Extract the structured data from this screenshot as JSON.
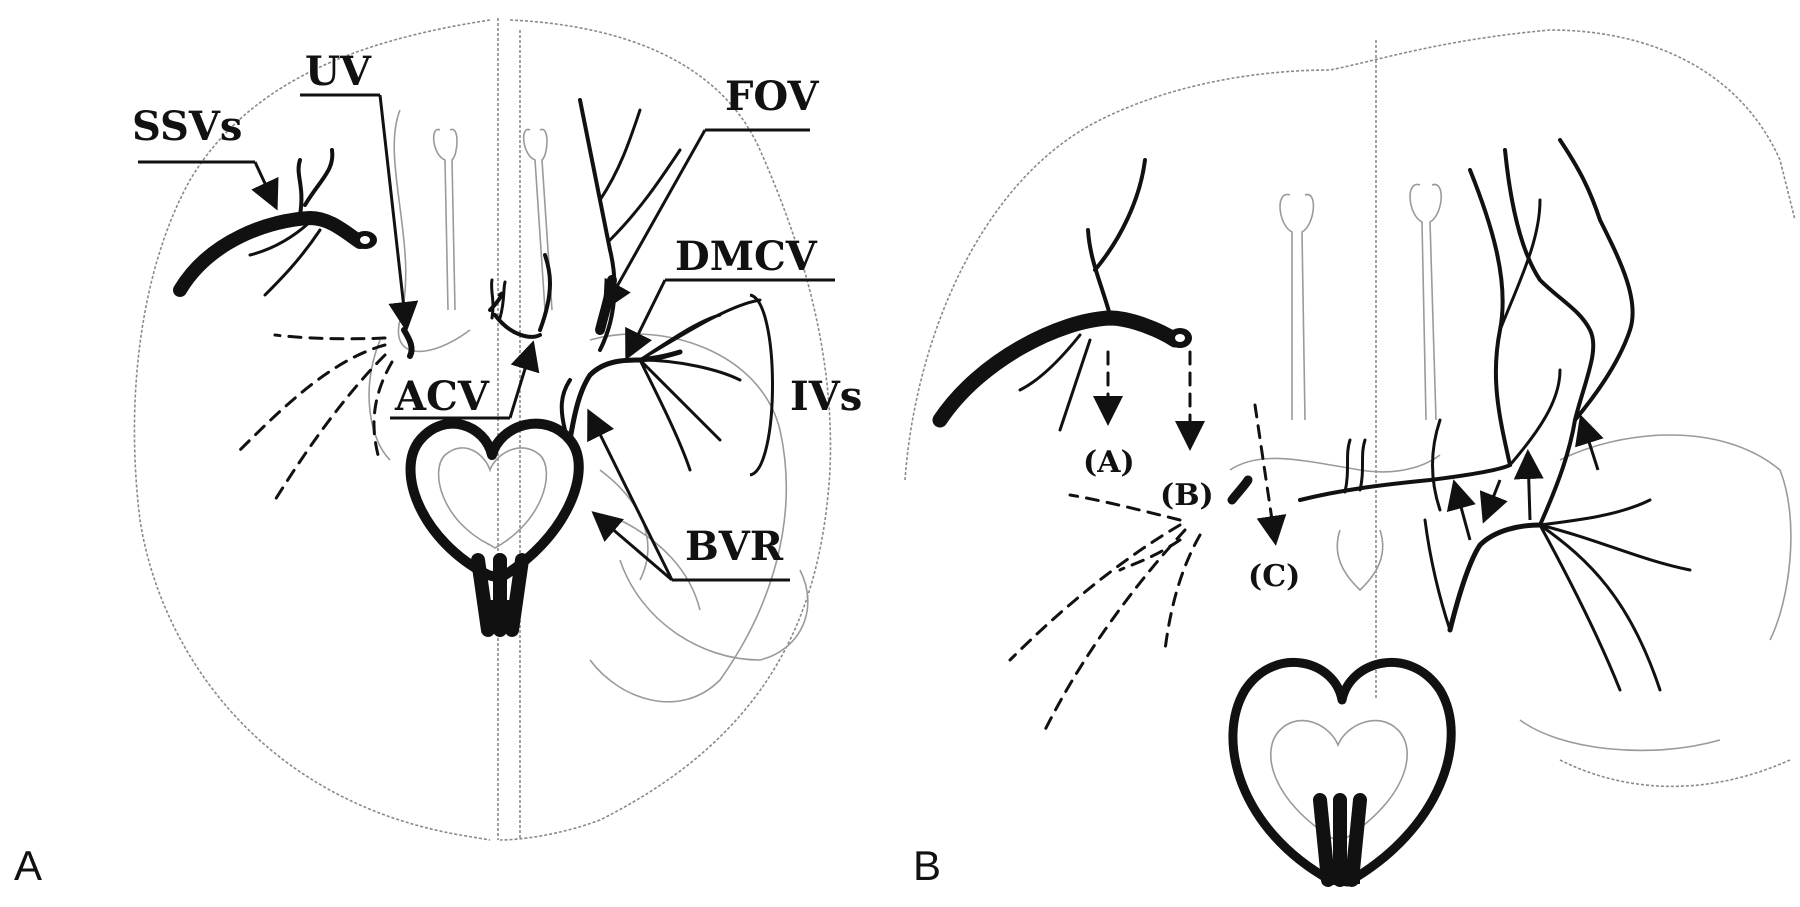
{
  "panels": [
    {
      "id": "A",
      "letter": "A",
      "labels": {
        "ssvs": "SSVs",
        "uv": "UV",
        "fov": "FOV",
        "dmcv": "DMCV",
        "acv": "ACV",
        "ivs": "IVs",
        "bvr": "BVR"
      }
    },
    {
      "id": "B",
      "letter": "B",
      "labels": {
        "a": "(A)",
        "b": "(B)",
        "c": "(C)"
      }
    }
  ],
  "colors": {
    "vein": "#111111",
    "outline": "#8a8a8a",
    "background": "#ffffff"
  }
}
